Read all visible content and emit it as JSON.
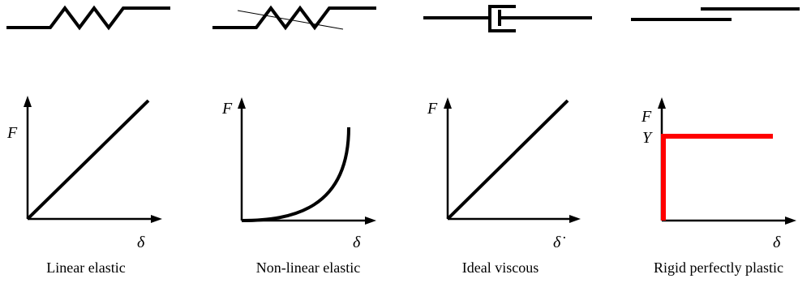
{
  "panels": [
    {
      "id": "linear-elastic",
      "caption": "Linear elastic",
      "ylabel": "F",
      "xlabel": "δ"
    },
    {
      "id": "non-linear-elastic",
      "caption": "Non-linear elastic",
      "ylabel": "F",
      "xlabel": "δ"
    },
    {
      "id": "ideal-viscous",
      "caption": "Ideal viscous",
      "ylabel": "F",
      "xlabel": "δ̇"
    },
    {
      "id": "rigid-perfectly-plastic",
      "caption": "Rigid perfectly plastic",
      "ylabel": "F",
      "xlabel": "δ",
      "yield_label": "Y"
    }
  ],
  "colors": {
    "line": "#000000",
    "plastic_curve": "#ff0000"
  }
}
